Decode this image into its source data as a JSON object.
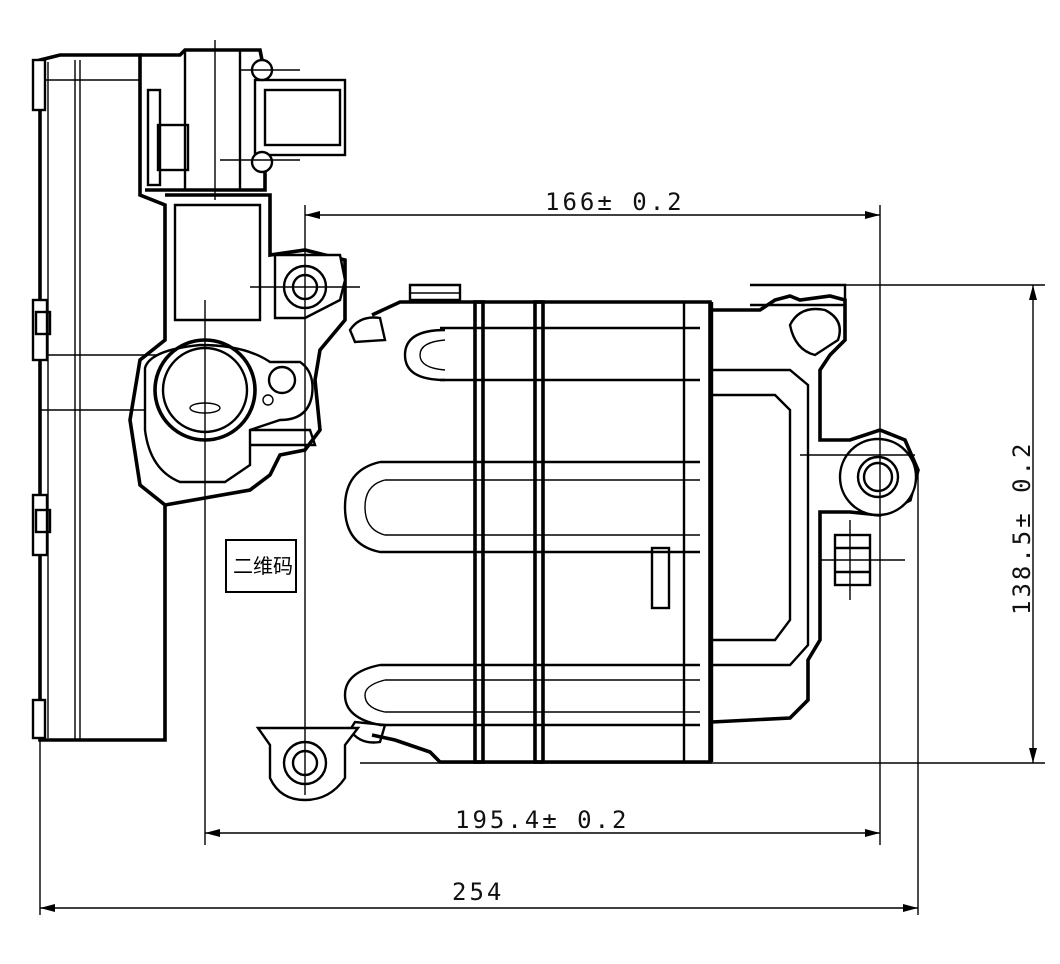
{
  "dimensions": {
    "top_width": "166± 0.2",
    "mid_width": "195.4± 0.2",
    "overall_width": "254",
    "height": "138.5± 0.2"
  },
  "labels": {
    "qr_code": "二维码"
  }
}
